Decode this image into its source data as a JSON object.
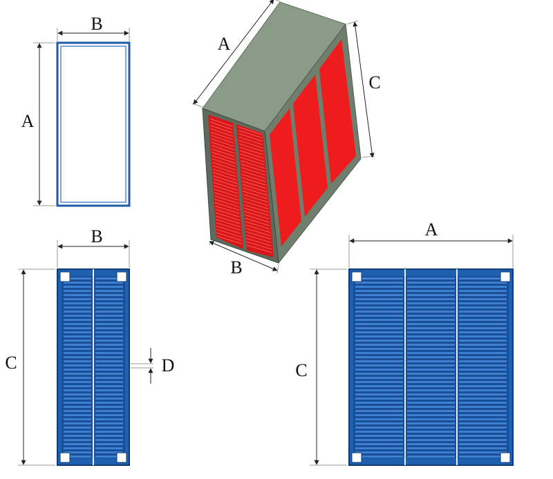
{
  "labels": {
    "front_width": "B",
    "front_height": "A",
    "iso_length": "A",
    "iso_height": "C",
    "iso_depth": "B",
    "side_width": "B",
    "side_height": "C",
    "pitch": "D",
    "face_width": "A",
    "face_height": "C"
  },
  "colors": {
    "frame_blue": "#1f5aa6",
    "frame_dark": "#0d3a78",
    "fin_red": "#ee1c1c",
    "casing_gray": "#7c8c7a",
    "casing_top": "#8a9b88",
    "casing_side": "#4f5a4f"
  }
}
